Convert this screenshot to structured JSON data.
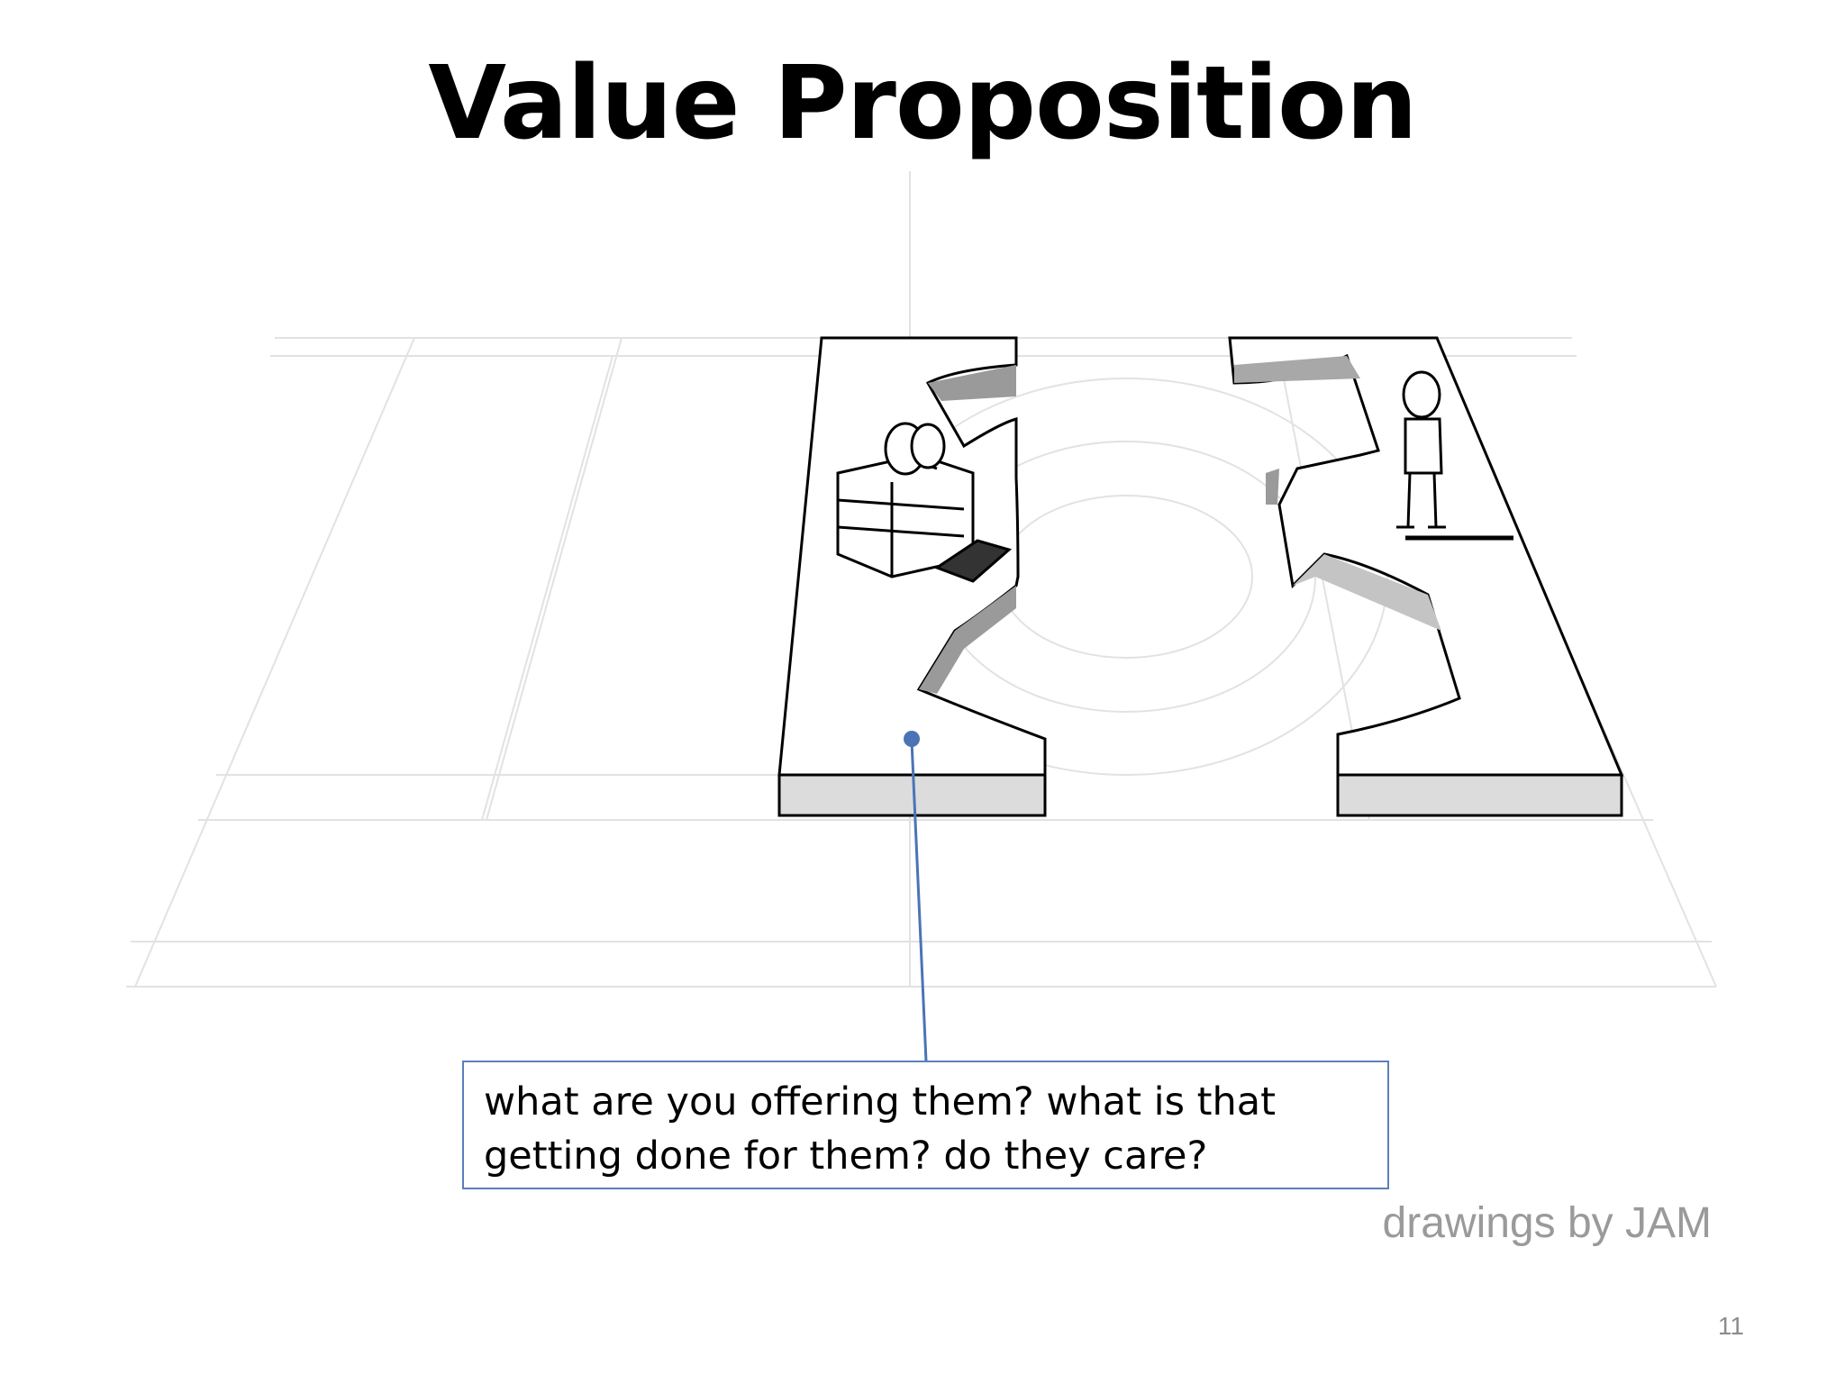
{
  "slide": {
    "title": "Value Proposition",
    "callout_text": "what are you offering them? what is that getting done for them? do they care?",
    "credit": "drawings by JAM",
    "page_number": "11"
  },
  "illustration": {
    "icons": [
      "gift-box-icon",
      "person-figure-icon",
      "canvas-grid"
    ],
    "colors": {
      "callout_border": "#5b80b8",
      "connector": "#4a74b5",
      "grid_line": "#e2e2e2",
      "block_side": "#dcdcdc"
    }
  }
}
